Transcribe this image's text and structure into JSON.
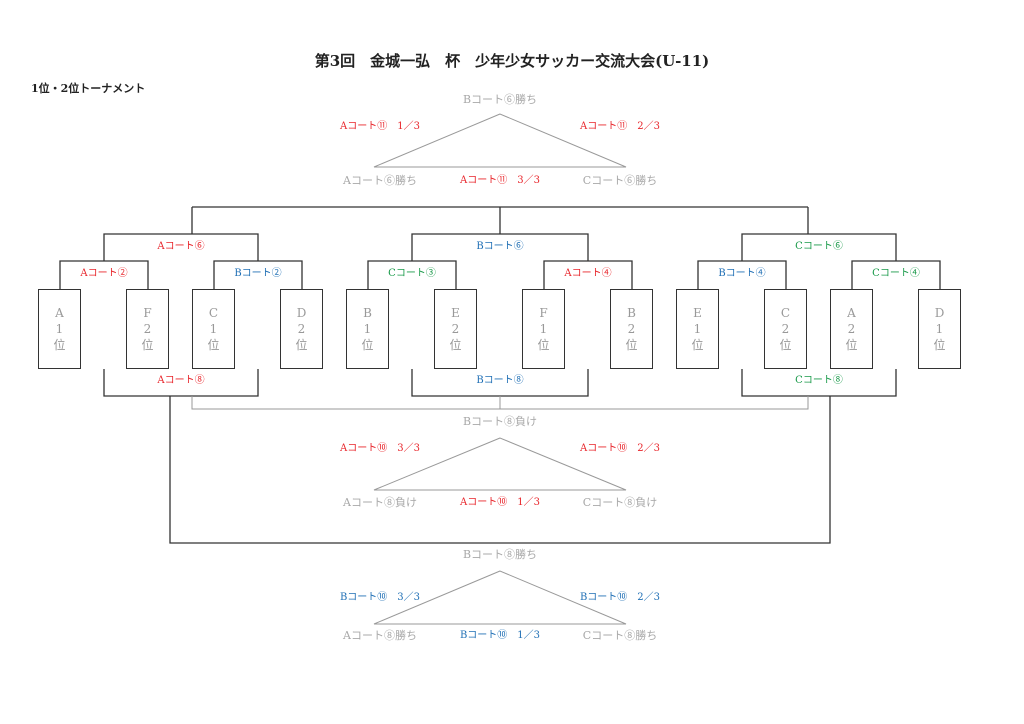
{
  "title": "第3回　金城一弘　杯　少年少女サッカー交流大会(U-11)",
  "subtitle": "1位・2位トーナメント",
  "teams": [
    {
      "team": "A",
      "rank": "1",
      "suffix": "位"
    },
    {
      "team": "F",
      "rank": "2",
      "suffix": "位"
    },
    {
      "team": "C",
      "rank": "1",
      "suffix": "位"
    },
    {
      "team": "D",
      "rank": "2",
      "suffix": "位"
    },
    {
      "team": "B",
      "rank": "1",
      "suffix": "位"
    },
    {
      "team": "E",
      "rank": "2",
      "suffix": "位"
    },
    {
      "team": "F",
      "rank": "1",
      "suffix": "位"
    },
    {
      "team": "B",
      "rank": "2",
      "suffix": "位"
    },
    {
      "team": "E",
      "rank": "1",
      "suffix": "位"
    },
    {
      "team": "C",
      "rank": "2",
      "suffix": "位"
    },
    {
      "team": "A",
      "rank": "2",
      "suffix": "位"
    },
    {
      "team": "D",
      "rank": "1",
      "suffix": "位"
    }
  ],
  "round1": [
    "Aコート②",
    "Bコート②",
    "Cコート③",
    "Aコート④",
    "Bコート④",
    "Cコート④"
  ],
  "round2": [
    "Aコート⑥",
    "Bコート⑥",
    "Cコート⑥"
  ],
  "losers_round": [
    "Aコート⑧",
    "Bコート⑧",
    "Cコート⑧"
  ],
  "top_league": {
    "top": "Bコート⑥勝ち",
    "left": "Aコート⑥勝ち",
    "right": "Cコート⑥勝ち",
    "match_left": "Aコート⑪　1／3",
    "match_right": "Aコート⑪　2／3",
    "match_bottom": "Aコート⑪　3／3"
  },
  "mid_league": {
    "top": "Bコート⑧負け",
    "left": "Aコート⑧負け",
    "right": "Cコート⑧負け",
    "match_left": "Aコート⑩　3／3",
    "match_right": "Aコート⑩　2／3",
    "match_bottom": "Aコート⑩　1／3"
  },
  "bottom_league": {
    "top": "Bコート⑧勝ち",
    "left": "Aコート⑧勝ち",
    "right": "Cコート⑧勝ち",
    "match_left": "Bコート⑩　3／3",
    "match_right": "Bコート⑩　2／3",
    "match_bottom": "Bコート⑩　1／3"
  },
  "colors": {
    "court_a": "#e8242a",
    "court_b": "#1f6fb5",
    "court_c": "#1a9a4a",
    "winner_text": "#a8a8a8",
    "lines": "#333333"
  }
}
